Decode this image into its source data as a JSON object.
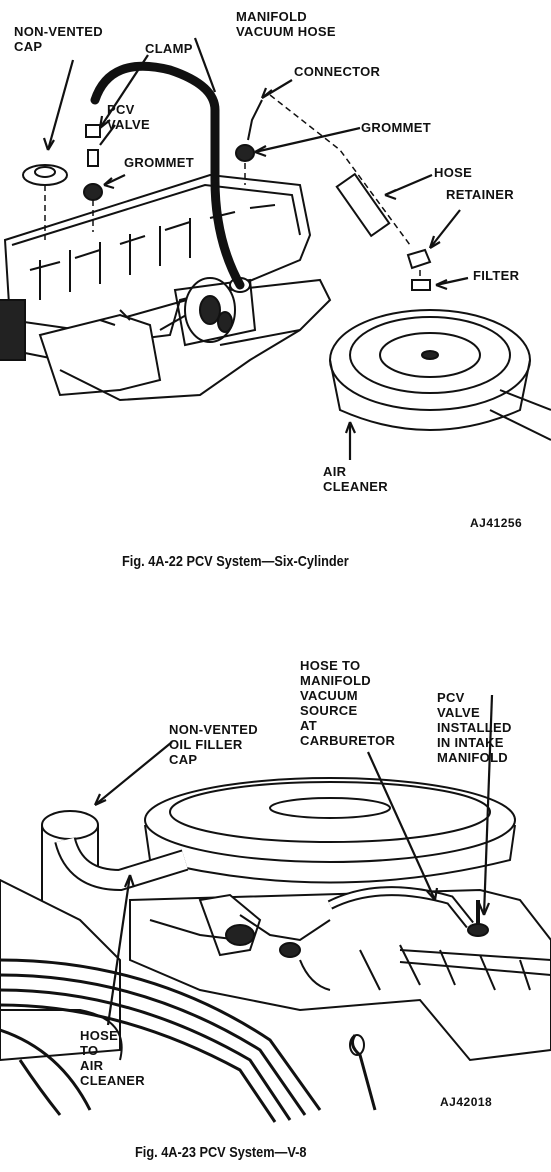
{
  "fig1": {
    "labels": {
      "non_vented_cap": "NON-VENTED\nCAP",
      "manifold_vacuum_hose": "MANIFOLD\nVACUUM HOSE",
      "clamp": "CLAMP",
      "connector": "CONNECTOR",
      "pcv_valve": "PCV\nVALVE",
      "grommet_left": "GROMMET",
      "grommet_right": "GROMMET",
      "hose": "HOSE",
      "retainer": "RETAINER",
      "filter": "FILTER",
      "air_cleaner": "AIR\nCLEANER"
    },
    "code": "AJ41256",
    "caption": "Fig. 4A-22    PCV System—Six-Cylinder"
  },
  "fig2": {
    "labels": {
      "hose_to_manifold": "HOSE TO\nMANIFOLD\nVACUUM\nSOURCE\nAT\nCARBURETOR",
      "pcv_valve_installed": "PCV\nVALVE\nINSTALLED\nIN INTAKE\nMANIFOLD",
      "oil_filler_cap": "NON-VENTED\nOIL FILLER\nCAP",
      "hose_to_air_cleaner": "HOSE\nTO\nAIR\nCLEANER"
    },
    "code": "AJ42018",
    "caption": "Fig. 4A-23    PCV System—V-8"
  }
}
